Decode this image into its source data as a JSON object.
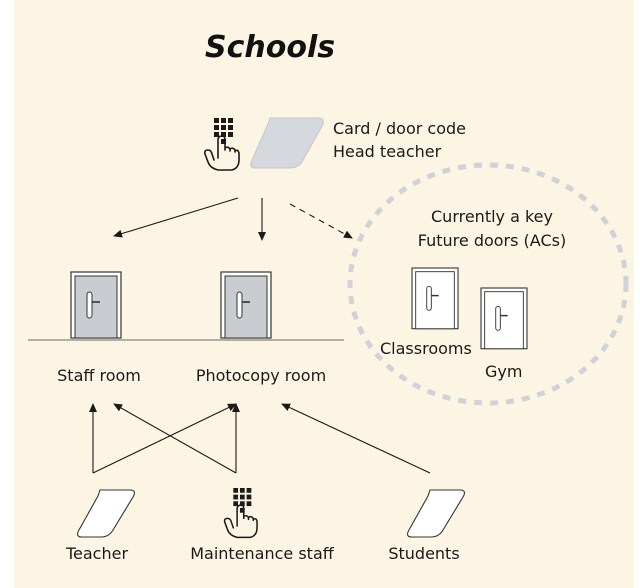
{
  "title": "Schools",
  "top_label": {
    "line1": "Card / door code",
    "line2": "Head teacher"
  },
  "future_group": {
    "line1": "Currently a key",
    "line2": "Future doors (ACs)"
  },
  "doors": {
    "staff_room": "Staff room",
    "photocopy_room": "Photocopy room",
    "classrooms": "Classrooms",
    "gym": "Gym"
  },
  "users": {
    "teacher": "Teacher",
    "maintenance": "Maintenance staff",
    "students": "Students"
  },
  "colors": {
    "background": "#fdf5e3",
    "door_fill": "#c9cdd1",
    "card_fill": "#d5d8dc",
    "dashed_circle": "#cfd3d8",
    "ink": "#1a1a1a"
  },
  "icons": [
    "keypad-hand-icon",
    "access-card-icon",
    "door-icon"
  ]
}
